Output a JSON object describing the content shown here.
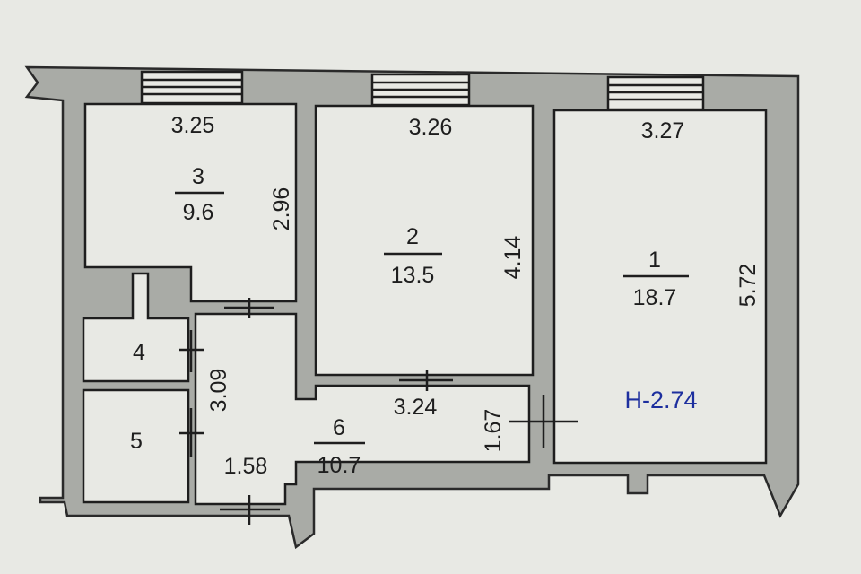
{
  "plan": {
    "height_label": "H-2.74",
    "rooms": [
      {
        "number": "1",
        "area": "18.7"
      },
      {
        "number": "2",
        "area": "13.5"
      },
      {
        "number": "3",
        "area": "9.6"
      },
      {
        "number": "4"
      },
      {
        "number": "5"
      },
      {
        "number": "6",
        "area": "10.7"
      }
    ],
    "dimensions": {
      "room3_width": "3.25",
      "room3_depth": "2.96",
      "room2_width": "3.26",
      "room2_depth": "4.14",
      "room1_width": "3.27",
      "room1_depth": "5.72",
      "room6_width": "3.24",
      "room6_depth": "1.67",
      "hall_length": "3.09",
      "hall_width": "1.58"
    }
  }
}
